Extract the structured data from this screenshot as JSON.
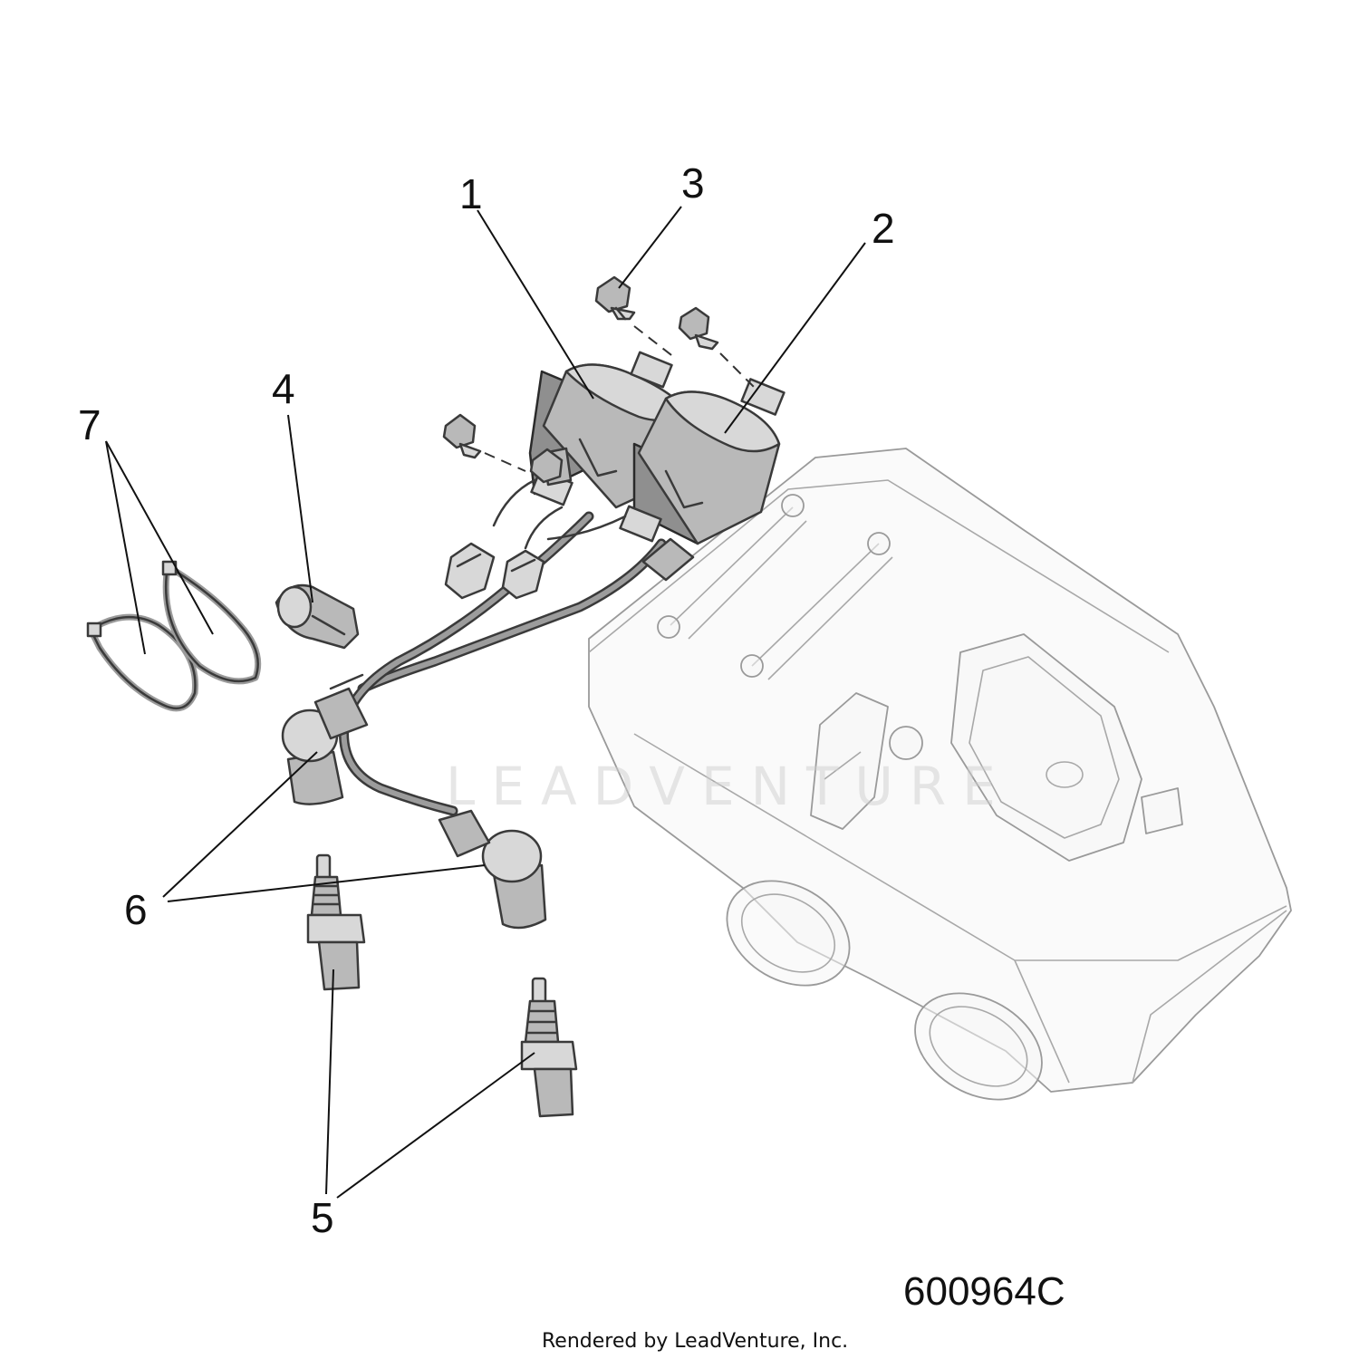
{
  "callouts": [
    {
      "id": "1",
      "label": "1"
    },
    {
      "id": "2",
      "label": "2"
    },
    {
      "id": "3",
      "label": "3"
    },
    {
      "id": "4",
      "label": "4"
    },
    {
      "id": "5",
      "label": "5"
    },
    {
      "id": "6",
      "label": "6"
    },
    {
      "id": "7",
      "label": "7"
    }
  ],
  "figure_number": "600964C",
  "watermark": "LEADVENTURE",
  "footer": "Rendered by LeadVenture, Inc.",
  "colors": {
    "line": "#3a3a3a",
    "part_fill": "#b9b9b9",
    "ghost_fill": "#f6f6f6",
    "background": "#ffffff"
  }
}
